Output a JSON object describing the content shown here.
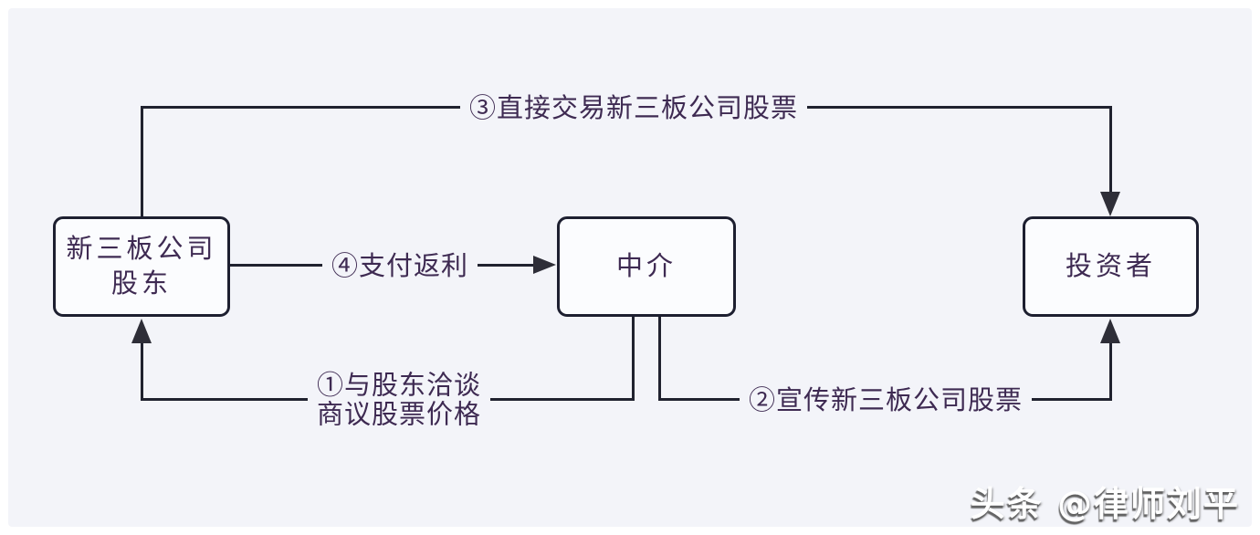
{
  "nodes": {
    "shareholder": {
      "line1": "新三板公司",
      "line2": "股东"
    },
    "intermediary": {
      "label": "中介"
    },
    "investor": {
      "label": "投资者"
    }
  },
  "edges": {
    "direct_trade": {
      "label": "③直接交易新三板公司股票",
      "from": "shareholder",
      "to": "investor"
    },
    "pay_rebate": {
      "label": "④支付返利",
      "from": "shareholder",
      "to": "intermediary"
    },
    "negotiate": {
      "line1": "①与股东洽谈",
      "line2": "商议股票价格",
      "from": "intermediary",
      "to": "shareholder"
    },
    "promote": {
      "label": "②宣传新三板公司股票",
      "from": "intermediary",
      "to": "investor"
    }
  },
  "watermark": {
    "text": "头条 @律师刘平"
  },
  "colors": {
    "field_background": "#f3f4f9",
    "line": "#20222f",
    "box_border": "#1d1f30",
    "box_fill": "#fbfcfe",
    "text": "#3e2a52",
    "watermark_text": "#ffffff"
  }
}
